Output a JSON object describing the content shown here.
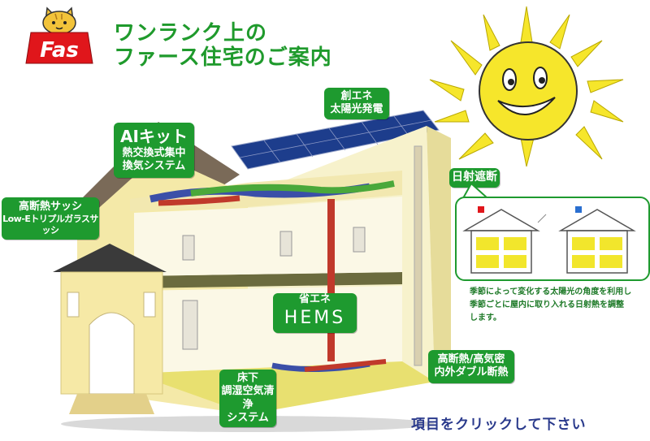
{
  "brand": {
    "logo_text": "Fas",
    "accent": "#e0161b",
    "green": "#1e9a2f",
    "navy": "#2a3a8c"
  },
  "headline": {
    "line1": "ワンランク上の",
    "line2": "ファース住宅のご案内"
  },
  "hotspots": {
    "ai_kit": {
      "title": "AIキット",
      "line1": "熱交換式集中",
      "line2": "換気システム"
    },
    "sash": {
      "line1": "高断熱サッシ",
      "line2": "Low-Eトリプルガラスサッシ"
    },
    "solar": {
      "line1": "創エネ",
      "line2": "太陽光発電"
    },
    "shade": {
      "label": "日射遮断"
    },
    "hems": {
      "line1": "省エネ",
      "line2": "HEMS"
    },
    "insulation": {
      "line1": "高断熱/高気密",
      "line2": "内外ダブル断熱"
    },
    "floor": {
      "line1": "床下",
      "line2": "調湿空気清浄",
      "line3": "システム"
    }
  },
  "shade_info": {
    "line1": "季節によって変化する太陽光の角度を利用し",
    "line2": "季節ごとに屋内に取り入れる日射熱を調整",
    "line3": "します。"
  },
  "cta": "項目をクリックして下さい"
}
